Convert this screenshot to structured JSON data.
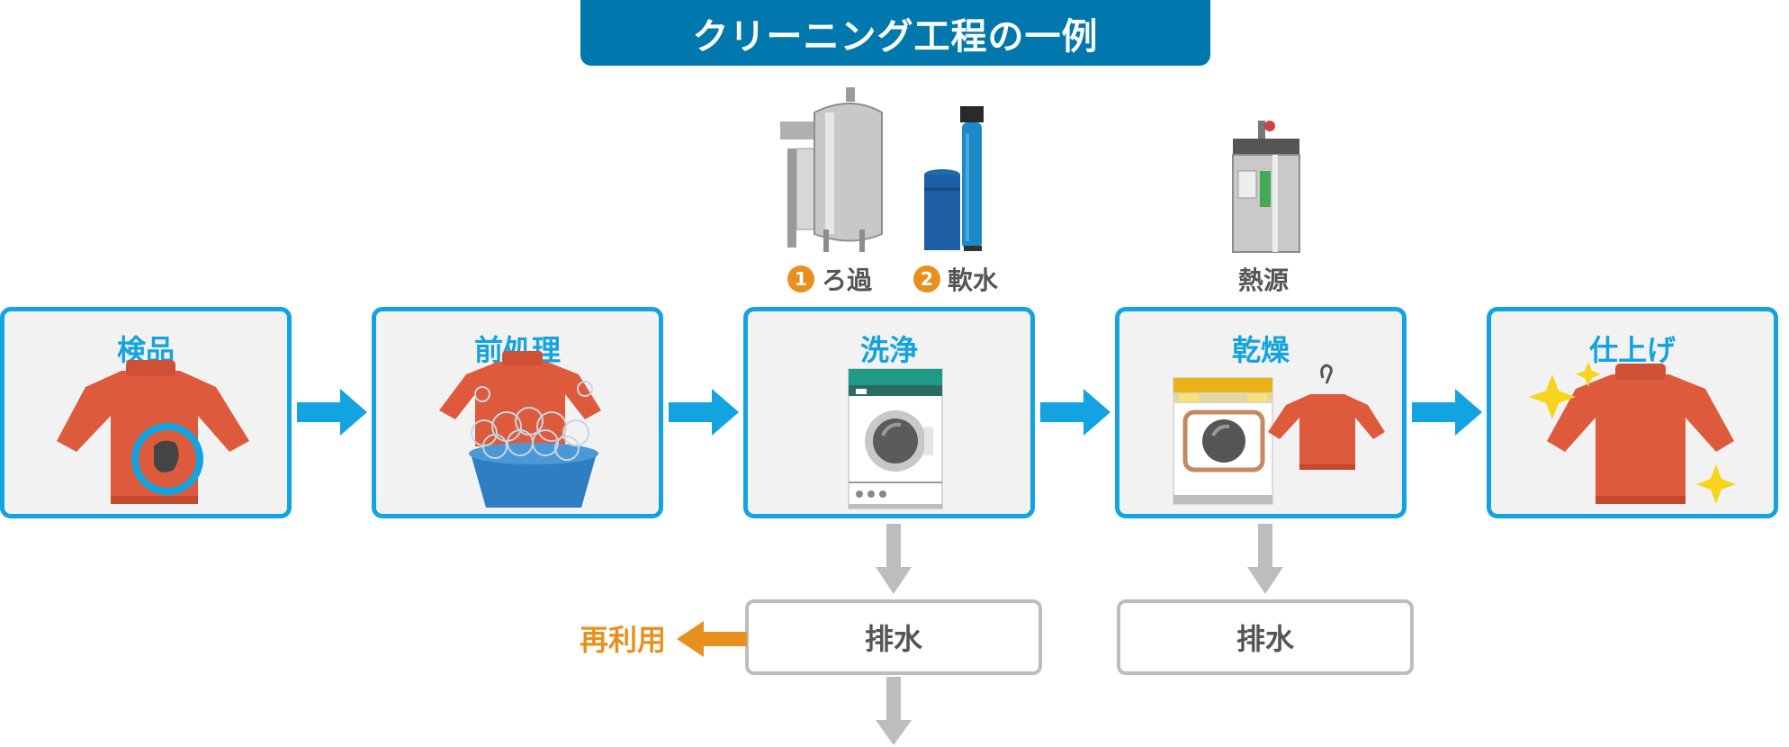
{
  "title": "クリーニング工程の一例",
  "steps": [
    {
      "label": "検品"
    },
    {
      "label": "前処理"
    },
    {
      "label": "洗浄"
    },
    {
      "label": "乾燥"
    },
    {
      "label": "仕上げ"
    }
  ],
  "equipment": {
    "filtration": {
      "number": "1",
      "label": "ろ過"
    },
    "softening": {
      "number": "2",
      "label": "軟水"
    },
    "heat_source": {
      "label": "熱源"
    }
  },
  "drains": [
    {
      "label": "排水"
    },
    {
      "label": "排水"
    }
  ],
  "reuse_label": "再利用",
  "colors": {
    "title_bg": "#0178ad",
    "step_border": "#13a3e0",
    "step_label": "#13a3e0",
    "flow_arrow": "#13a3e0",
    "drain_arrow": "#bdbdbd",
    "reuse": "#e8901f",
    "sweater": "#dd5b3c",
    "sparkle": "#f7d51d"
  }
}
